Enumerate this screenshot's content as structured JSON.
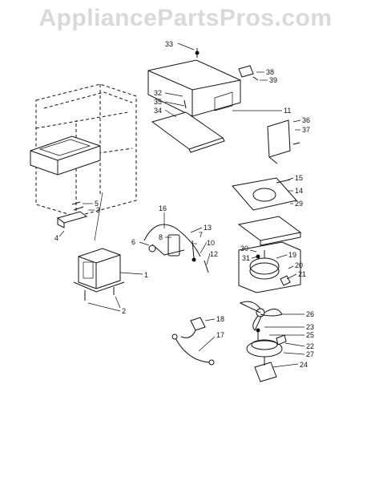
{
  "watermark": "AppliancePartsPros.com",
  "callouts": [
    "33",
    "38",
    "39",
    "32",
    "35",
    "34",
    "11",
    "36",
    "37",
    "15",
    "14",
    "29",
    "16",
    "13",
    "8",
    "7",
    "10",
    "12",
    "6",
    "5",
    "3",
    "4",
    "30",
    "31",
    "19",
    "20",
    "21",
    "26",
    "18",
    "23",
    "25",
    "17",
    "22",
    "27",
    "24",
    "1",
    "2"
  ]
}
